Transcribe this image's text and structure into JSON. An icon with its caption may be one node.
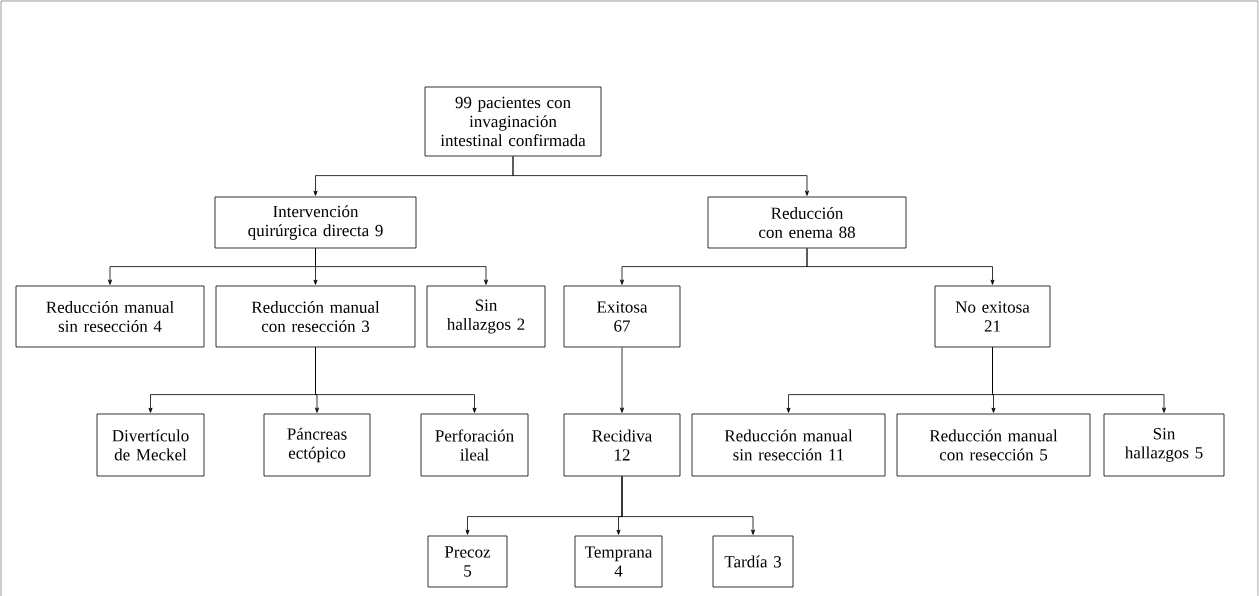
{
  "diagram": {
    "nodes": [
      {
        "text": [
          "99 pacientes con invaginación intestinal confirmada"
        ]
      },
      {
        "text": [
          "Intervención quirúrgica directa 9"
        ]
      },
      {
        "text": [
          "Reducción con enema 88"
        ]
      },
      {
        "text": [
          "Reducción manual sin resección 4"
        ]
      },
      {
        "text": [
          "Reducción manual con resección 3"
        ]
      },
      {
        "text": [
          "Sin hallazgos 2"
        ]
      },
      {
        "text": [
          "Exitosa 67"
        ]
      },
      {
        "text": [
          "No exitosa 21"
        ]
      },
      {
        "text": [
          "Divertículo de Meckel"
        ]
      },
      {
        "text": [
          "Páncreas ectópico"
        ]
      },
      {
        "text": [
          "Perforación ileal"
        ]
      },
      {
        "text": [
          "Recidiva 12"
        ]
      },
      {
        "text": [
          "Reducción manual sin resección 11"
        ]
      },
      {
        "text": [
          "Reducción manual con resección 5"
        ]
      },
      {
        "text": [
          "Sin hallazgos 5"
        ]
      },
      {
        "text": [
          "Precoz 5"
        ]
      },
      {
        "text": [
          "Temprana 4"
        ]
      },
      {
        "text": [
          "Tardía 3"
        ]
      }
    ],
    "edges": [
      {
        "from": 0,
        "to": 1,
        "arrow": "to"
      },
      {
        "from": 0,
        "to": 2,
        "arrow": "to"
      },
      {
        "from": 1,
        "to": 3,
        "arrow": "to"
      },
      {
        "from": 1,
        "to": 4,
        "arrow": "to"
      },
      {
        "from": 1,
        "to": 5,
        "arrow": "to"
      },
      {
        "from": 2,
        "to": 6,
        "arrow": "to"
      },
      {
        "from": 2,
        "to": 7,
        "arrow": "to"
      },
      {
        "from": 4,
        "to": 8,
        "arrow": "to"
      },
      {
        "from": 4,
        "to": 9,
        "arrow": "to"
      },
      {
        "from": 4,
        "to": 10,
        "arrow": "to"
      },
      {
        "from": 6,
        "to": 11,
        "arrow": "to"
      },
      {
        "from": 7,
        "to": 12,
        "arrow": "to"
      },
      {
        "from": 7,
        "to": 13,
        "arrow": "to"
      },
      {
        "from": 7,
        "to": 14,
        "arrow": "to"
      },
      {
        "from": 11,
        "to": 15,
        "arrow": "to"
      },
      {
        "from": 11,
        "to": 16,
        "arrow": "to"
      },
      {
        "from": 11,
        "to": 17,
        "arrow": "to"
      }
    ]
  }
}
